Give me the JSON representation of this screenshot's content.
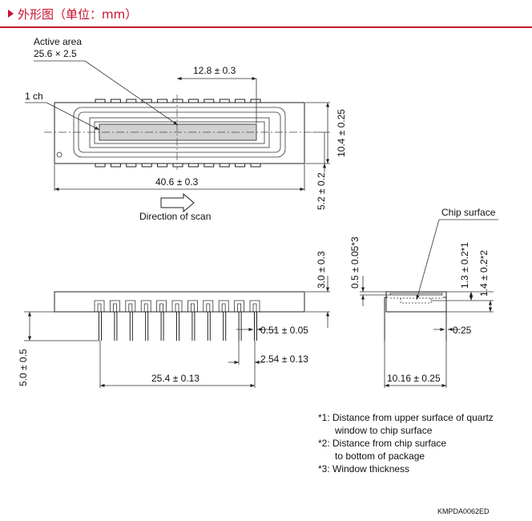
{
  "header": {
    "title": "外形图（单位：mm）"
  },
  "top_view": {
    "active_area_label": "Active area",
    "active_area_size": "25.6 × 2.5",
    "ch1_label": "1 ch",
    "dim_half_width": "12.8 ± 0.3",
    "dim_length": "40.6 ± 0.3",
    "dim_height": "10.4 ± 0.25",
    "dim_offset": "5.2 ± 0.2",
    "scan_direction": "Direction of scan"
  },
  "side_view": {
    "dim_body_height": "3.0 ± 0.3",
    "dim_pin_length": "5.0 ± 0.5",
    "dim_pin_width": "0.51 ± 0.05",
    "dim_pin_pitch": "2.54 ± 0.13",
    "dim_pin_span": "25.4 ± 0.13"
  },
  "end_view": {
    "chip_surface_label": "Chip surface",
    "dim_window": "0.5 ± 0.05*3",
    "dim_chip1": "1.3 ± 0.2*1",
    "dim_chip2": "1.4 ± 0.2*2",
    "dim_lead": "0.25",
    "dim_row_spacing": "10.16 ± 0.25"
  },
  "notes": [
    "*1: Distance from upper surface of quartz",
    "window to chip surface",
    "*2: Distance from chip surface",
    "to bottom of package",
    "*3: Window thickness"
  ],
  "doc_code": "KMPDA0062ED"
}
